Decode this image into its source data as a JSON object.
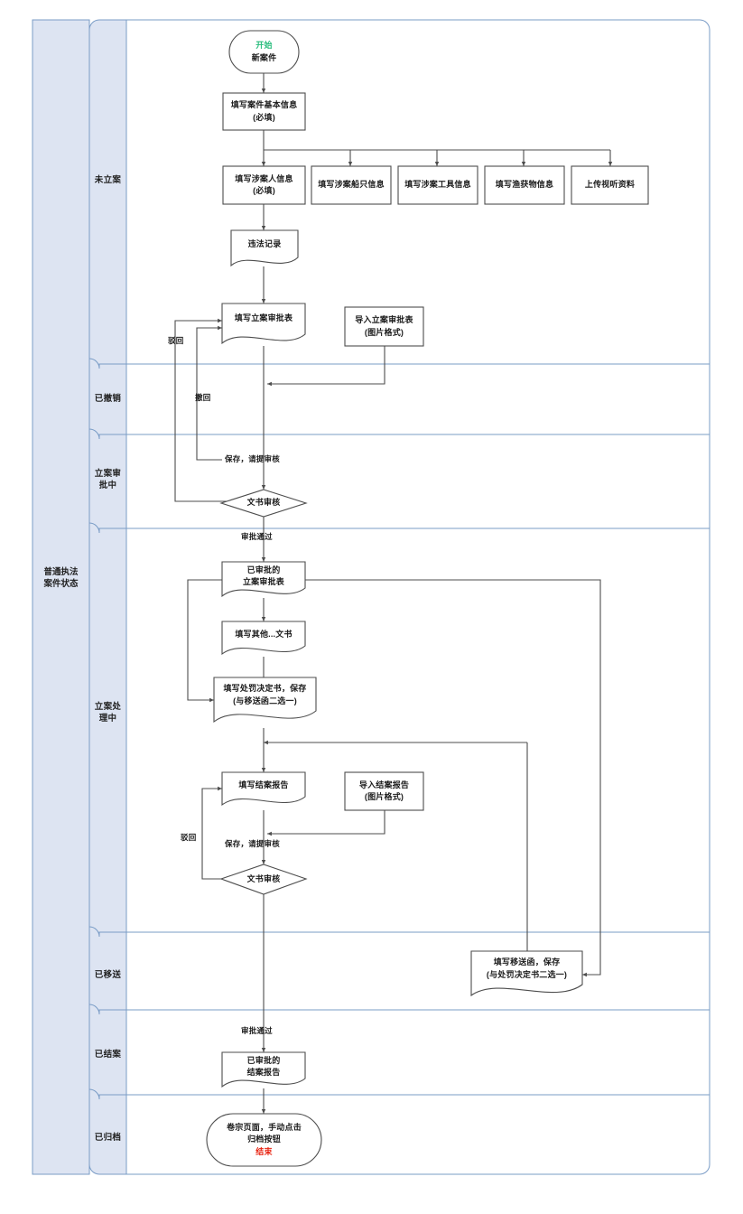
{
  "diagram": {
    "type": "swimlane-flowchart",
    "pool_title": "普通执法\n案件状态",
    "colors": {
      "lane_header_fill": "#dde4f2",
      "lane_border": "#7a9cc6",
      "node_stroke": "#4d4d4d",
      "connector": "#4d4d4d",
      "start_text": "#2bbd7e",
      "end_text": "#e8210f",
      "background": "#ffffff"
    },
    "lanes": [
      {
        "id": "lane-weilian",
        "label": "未立案"
      },
      {
        "id": "lane-yichexiao",
        "label": "已撤销"
      },
      {
        "id": "lane-lianshenpizhong",
        "label": "立案审\n批中"
      },
      {
        "id": "lane-lianchulizhong",
        "label": "立案处\n理中"
      },
      {
        "id": "lane-yiyisong",
        "label": "已移送"
      },
      {
        "id": "lane-yijiean",
        "label": "已结案"
      },
      {
        "id": "lane-yiguidang",
        "label": "已归档"
      }
    ],
    "nodes": [
      {
        "id": "start",
        "shape": "stadium",
        "lane": "lane-weilian",
        "lines": [
          "开始",
          "新案件"
        ],
        "first_line_color": "start"
      },
      {
        "id": "basic-info",
        "shape": "rect",
        "lane": "lane-weilian",
        "lines": [
          "填写案件基本信息",
          "(必填)"
        ]
      },
      {
        "id": "person-info",
        "shape": "rect",
        "lane": "lane-weilian",
        "lines": [
          "填写涉案人信息",
          "(必填)"
        ]
      },
      {
        "id": "ship-info",
        "shape": "rect",
        "lane": "lane-weilian",
        "lines": [
          "填写涉案船只信息"
        ]
      },
      {
        "id": "tool-info",
        "shape": "rect",
        "lane": "lane-weilian",
        "lines": [
          "填写涉案工具信息"
        ]
      },
      {
        "id": "catch-info",
        "shape": "rect",
        "lane": "lane-weilian",
        "lines": [
          "填写渔获物信息"
        ]
      },
      {
        "id": "media-upload",
        "shape": "rect",
        "lane": "lane-weilian",
        "lines": [
          "上传视听资料"
        ]
      },
      {
        "id": "illegal-record",
        "shape": "document",
        "lane": "lane-weilian",
        "lines": [
          "违法记录"
        ]
      },
      {
        "id": "fill-filing-form",
        "shape": "document",
        "lane": "lane-weilian",
        "lines": [
          "填写立案审批表"
        ]
      },
      {
        "id": "import-filing-form",
        "shape": "rect",
        "lane": "lane-weilian",
        "lines": [
          "导入立案审批表",
          "(图片格式)"
        ]
      },
      {
        "id": "doc-review-1",
        "shape": "diamond",
        "lane": "lane-lianshenpizhong",
        "lines": [
          "文书审核"
        ]
      },
      {
        "id": "approved-filing-form",
        "shape": "document",
        "lane": "lane-lianchulizhong",
        "lines": [
          "已审批的",
          "立案审批表"
        ]
      },
      {
        "id": "other-docs",
        "shape": "document",
        "lane": "lane-lianchulizhong",
        "lines": [
          "填写其他...文书"
        ]
      },
      {
        "id": "penalty-decision",
        "shape": "document",
        "lane": "lane-lianchulizhong",
        "lines": [
          "填写处罚决定书，保存",
          "(与移送函二选一)"
        ]
      },
      {
        "id": "fill-closing-report",
        "shape": "document",
        "lane": "lane-lianchulizhong",
        "lines": [
          "填写结案报告"
        ]
      },
      {
        "id": "import-closing-report",
        "shape": "rect",
        "lane": "lane-lianchulizhong",
        "lines": [
          "导入结案报告",
          "(图片格式)"
        ]
      },
      {
        "id": "doc-review-2",
        "shape": "diamond",
        "lane": "lane-lianchulizhong",
        "lines": [
          "文书审核"
        ]
      },
      {
        "id": "transfer-letter",
        "shape": "document",
        "lane": "lane-yiyisong",
        "lines": [
          "填写移送函，保存",
          "(与处罚决定书二选一)"
        ]
      },
      {
        "id": "approved-closing-report",
        "shape": "document",
        "lane": "lane-yijiean",
        "lines": [
          "已审批的",
          "结案报告"
        ]
      },
      {
        "id": "archive",
        "shape": "stadium",
        "lane": "lane-yiguidang",
        "lines": [
          "卷宗页面，手动点击",
          "归档按钮",
          "结束"
        ],
        "last_line_color": "end"
      }
    ],
    "edge_labels": [
      {
        "id": "edge-label-reject-1",
        "text": "驳回"
      },
      {
        "id": "edge-label-withdraw",
        "text": "撤回"
      },
      {
        "id": "edge-label-save-submit-1",
        "text": "保存，请提审核"
      },
      {
        "id": "edge-label-approved-1",
        "text": "审批通过"
      },
      {
        "id": "edge-label-reject-2",
        "text": "驳回"
      },
      {
        "id": "edge-label-save-submit-2",
        "text": "保存，请提审核"
      },
      {
        "id": "edge-label-approved-2",
        "text": "审批通过"
      }
    ]
  }
}
